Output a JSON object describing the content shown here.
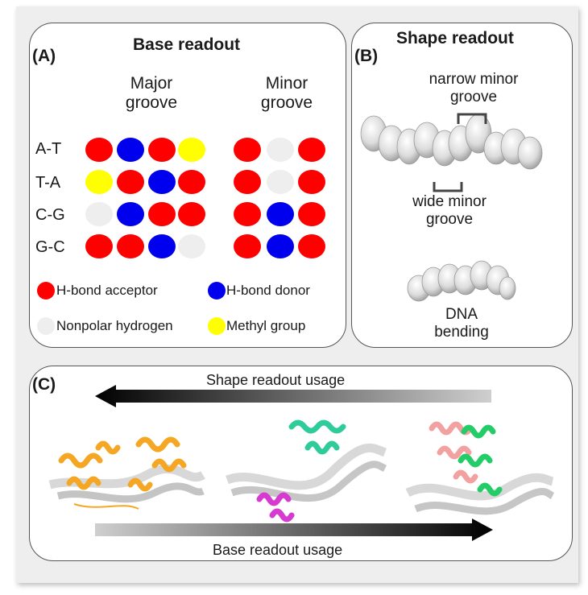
{
  "panel_a": {
    "letter": "(A)",
    "title": "Base readout",
    "major_groove": [
      "Major",
      "groove"
    ],
    "minor_groove": [
      "Minor",
      "groove"
    ],
    "rows": [
      {
        "label": "A-T",
        "major": [
          "acceptor",
          "donor",
          "acceptor",
          "methyl"
        ],
        "minor": [
          "acceptor",
          "nonpolar",
          "acceptor"
        ]
      },
      {
        "label": "T-A",
        "major": [
          "methyl",
          "acceptor",
          "donor",
          "acceptor"
        ],
        "minor": [
          "acceptor",
          "nonpolar",
          "acceptor"
        ]
      },
      {
        "label": "C-G",
        "major": [
          "nonpolar",
          "donor",
          "acceptor",
          "acceptor"
        ],
        "minor": [
          "acceptor",
          "donor",
          "acceptor"
        ]
      },
      {
        "label": "G-C",
        "major": [
          "acceptor",
          "acceptor",
          "donor",
          "nonpolar"
        ],
        "minor": [
          "acceptor",
          "donor",
          "acceptor"
        ]
      }
    ],
    "legend": {
      "acceptor": "H-bond acceptor",
      "donor": "H-bond donor",
      "nonpolar": "Nonpolar hydrogen",
      "methyl": "Methyl group"
    },
    "colors": {
      "acceptor": "#ff0000",
      "donor": "#0000ee",
      "nonpolar": "#eeeeee",
      "methyl": "#ffff00"
    }
  },
  "panel_b": {
    "letter": "(B)",
    "title": "Shape readout",
    "narrow_label": [
      "narrow minor",
      "groove"
    ],
    "wide_label": [
      "wide minor",
      "groove"
    ],
    "bending_label": [
      "DNA",
      "bending"
    ]
  },
  "panel_c": {
    "letter": "(C)",
    "shape_usage": "Shape readout usage",
    "base_usage": "Base readout usage",
    "protein_colors": [
      "#f5a623",
      "#2ecc9a",
      "#d63ad0",
      "#f2a0a0",
      "#22cc66"
    ]
  }
}
